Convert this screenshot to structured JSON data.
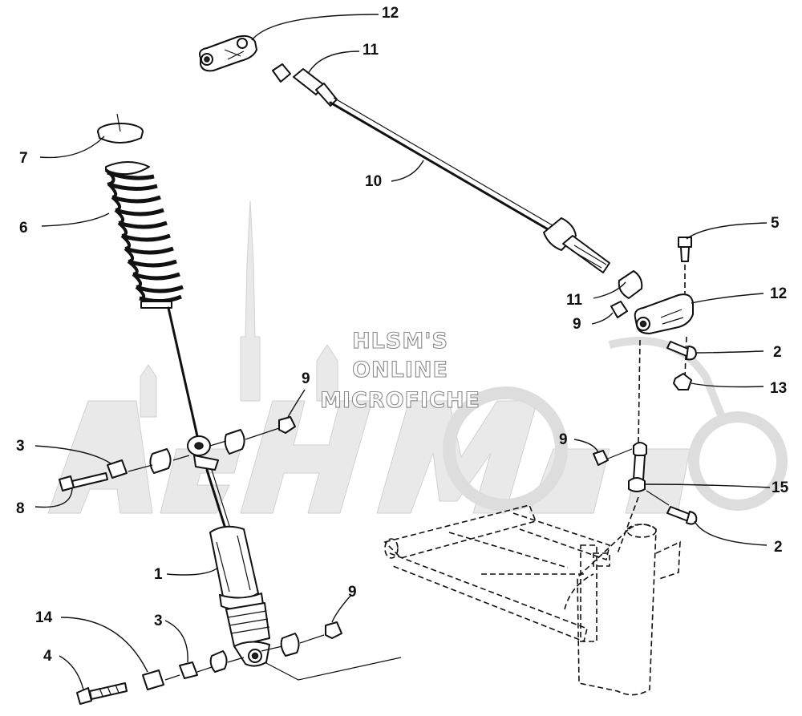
{
  "watermark": {
    "lines": [
      "HLSM'S",
      "ONLINE",
      "MICROFICHE"
    ]
  },
  "callouts": [
    {
      "id": "c12a",
      "label": "12"
    },
    {
      "id": "c11a",
      "label": "11"
    },
    {
      "id": "c10",
      "label": "10"
    },
    {
      "id": "c7",
      "label": "7"
    },
    {
      "id": "c6",
      "label": "6"
    },
    {
      "id": "c5",
      "label": "5"
    },
    {
      "id": "c11b",
      "label": "11"
    },
    {
      "id": "c12b",
      "label": "12"
    },
    {
      "id": "c9a",
      "label": "9"
    },
    {
      "id": "c2a",
      "label": "2"
    },
    {
      "id": "c13",
      "label": "13"
    },
    {
      "id": "c9b",
      "label": "9"
    },
    {
      "id": "c3a",
      "label": "3"
    },
    {
      "id": "c8",
      "label": "8"
    },
    {
      "id": "c9c",
      "label": "9"
    },
    {
      "id": "c15",
      "label": "15"
    },
    {
      "id": "c2b",
      "label": "2"
    },
    {
      "id": "c1",
      "label": "1"
    },
    {
      "id": "c9d",
      "label": "9"
    },
    {
      "id": "c14",
      "label": "14"
    },
    {
      "id": "c3b",
      "label": "3"
    },
    {
      "id": "c4",
      "label": "4"
    }
  ]
}
